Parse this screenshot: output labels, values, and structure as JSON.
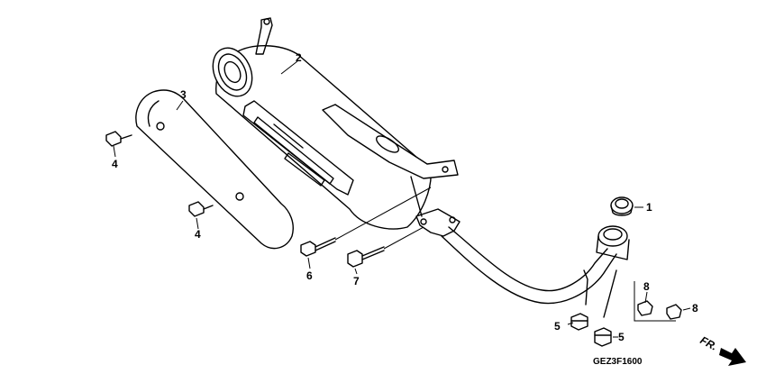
{
  "diagram": {
    "drawing_code": "GEZ3F1600",
    "front_marker": "FR.",
    "callouts": {
      "c1": "1",
      "c2": "2",
      "c3": "3",
      "c4a": "4",
      "c4b": "4",
      "c5a": "5",
      "c5b": "5",
      "c6": "6",
      "c7": "7",
      "c8a": "8",
      "c8b": "8"
    }
  }
}
